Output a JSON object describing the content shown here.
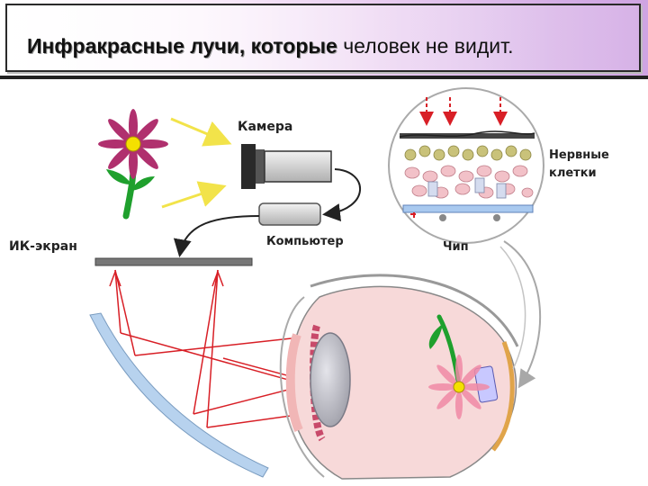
{
  "title": {
    "bold": "Инфракрасные лучи, которые",
    "normal": " человек не видит."
  },
  "labels": {
    "camera": "Камера",
    "computer": "Компьютер",
    "ir_screen": "ИК-экран",
    "nerve_1": "Нервные",
    "nerve_2": "клетки",
    "chip": "Чип"
  },
  "colors": {
    "ray": "#d81f26",
    "arrow_yellow": "#f2e34a",
    "flower_petal": "#b0306e",
    "flower_center": "#f4e000",
    "stem": "#1fa02d",
    "lens": "#b9b9c2",
    "eye_inner": "#f7d9d9",
    "screen": "#777777",
    "mirror": "#b7d2ee"
  }
}
